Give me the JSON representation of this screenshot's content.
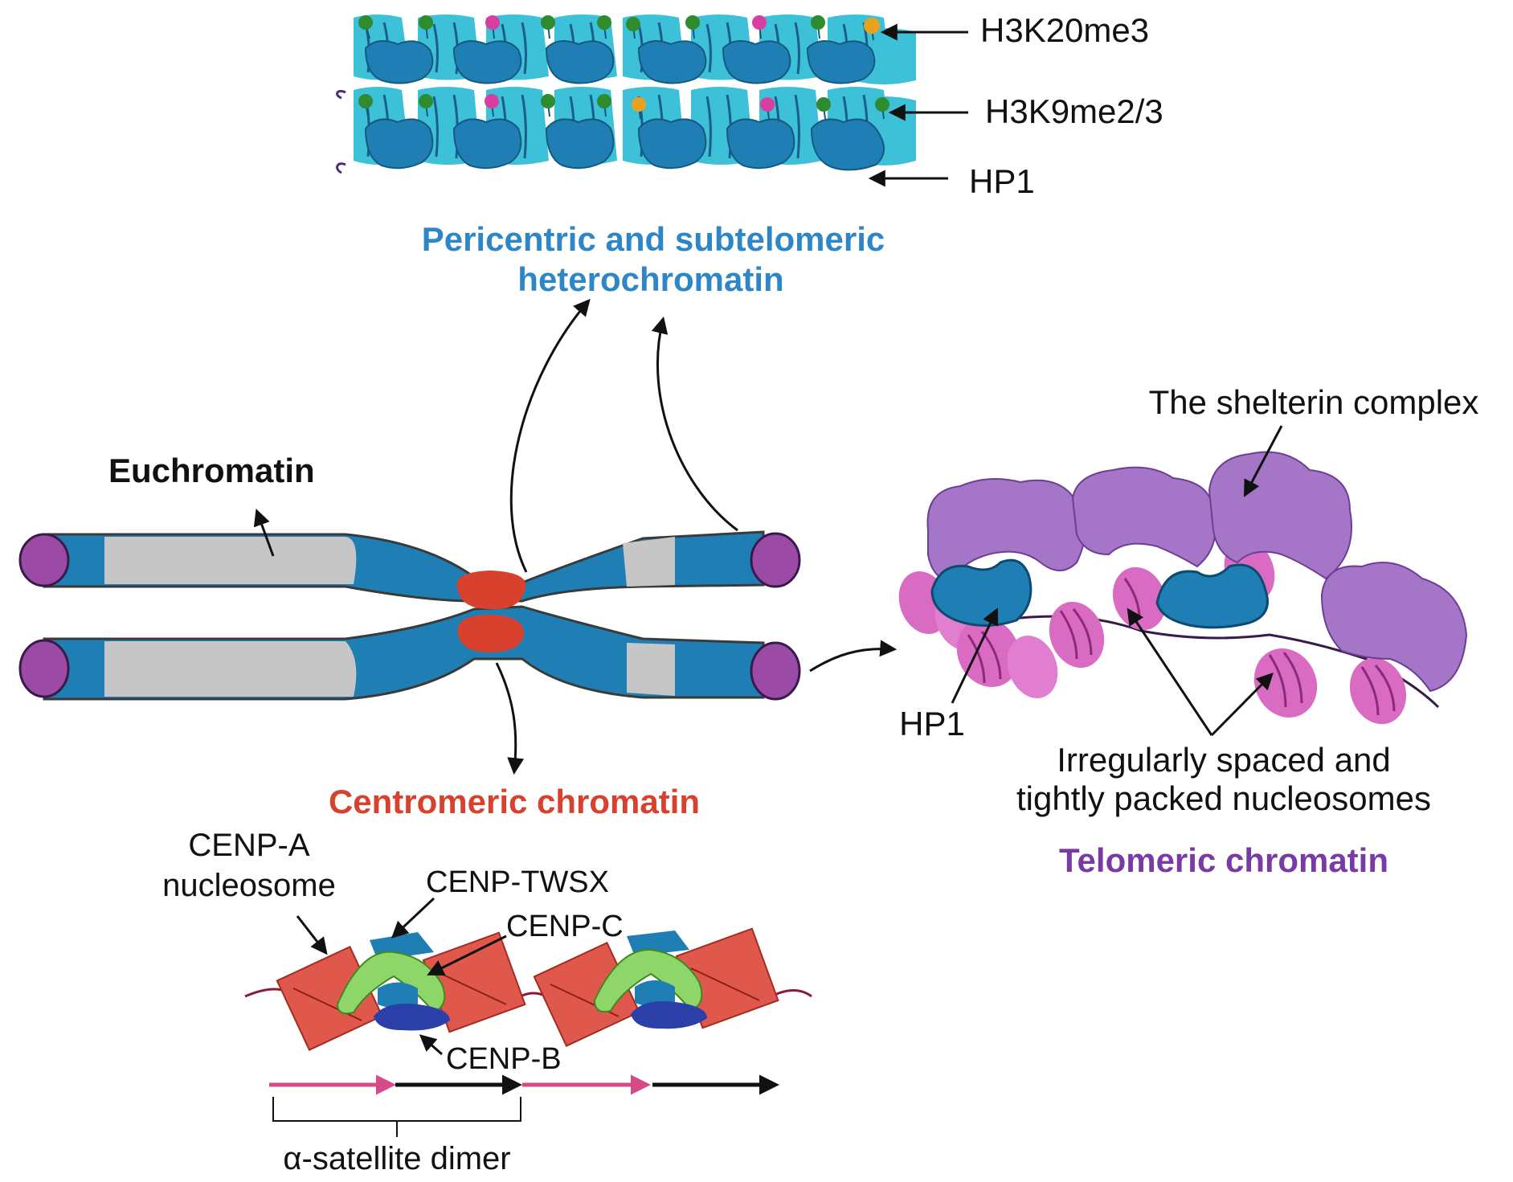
{
  "colors": {
    "heterochromatin_blue": "#2f86c6",
    "centromeric_red": "#d8412e",
    "telomeric_purple": "#7a3aa5",
    "chromatin_blue": "#1f7fb4",
    "nucleosome_cyan": "#3cc1d8",
    "euchromatin_grey": "#c6c6c6",
    "telomere_cap": "#9b4aa6",
    "shelterin": "#a576c7",
    "nucleosome_pink": "#d96bc2",
    "cenpa_red": "#e0584c",
    "cenpc_green": "#8fd66a",
    "cenpb_navy": "#2a3fa8",
    "mark_green": "#2e8b2e",
    "mark_magenta": "#d63fa0",
    "mark_orange": "#e8a21e"
  },
  "icons": [
    "nucleosome",
    "histone-mark-lollipop",
    "hp1-protein",
    "shelterin-complex",
    "chromosome",
    "cenp-a-nucleosome"
  ],
  "heterochromatin": {
    "title_line1": "Pericentric and subtelomeric",
    "title_line2": "heterochromatin",
    "label_h3k20": "H3K20me3",
    "label_h3k9": "H3K9me2/3",
    "label_hp1": "HP1"
  },
  "chromosome": {
    "euchromatin_label": "Euchromatin"
  },
  "centromeric": {
    "title": "Centromeric chromatin",
    "cenpa_line1": "CENP-A",
    "cenpa_line2": "nucleosome",
    "cenp_twsx": "CENP-TWSX",
    "cenp_c": "CENP-C",
    "cenp_b": "CENP-B",
    "alpha_satellite": "α-satellite dimer"
  },
  "telomeric": {
    "shelterin_label": "The shelterin complex",
    "hp1_label": "HP1",
    "nucleosomes_line1": "Irregularly spaced and",
    "nucleosomes_line2": "tightly packed nucleosomes",
    "title": "Telomeric chromatin"
  }
}
